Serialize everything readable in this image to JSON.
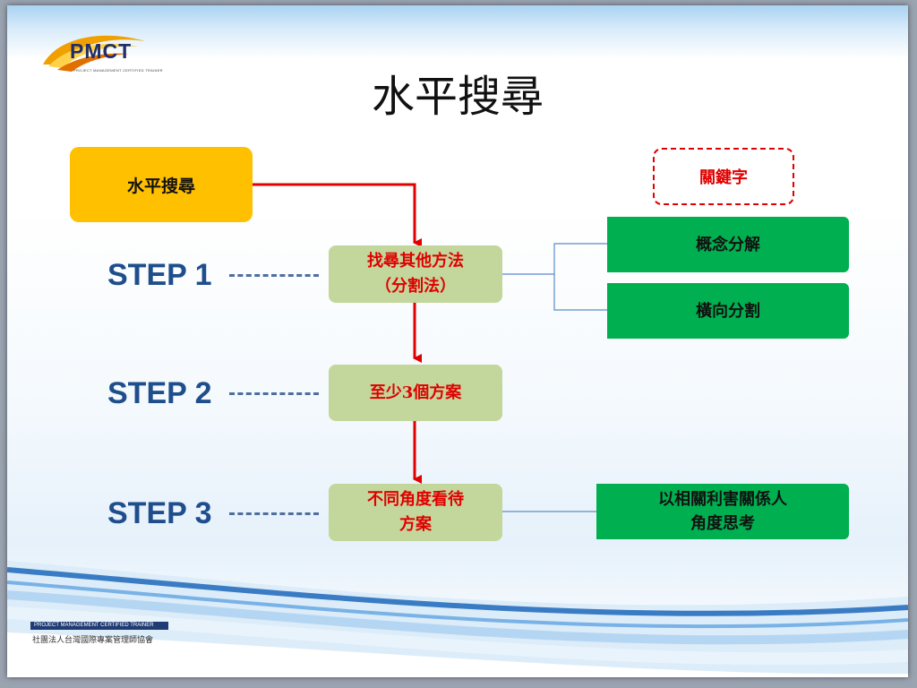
{
  "logo": {
    "text": "PMCT",
    "subtitle": "PROJECT MANAGEMENT CERTIFIED TRAINER"
  },
  "title": "水平搜尋",
  "start_box": "水平搜尋",
  "keyword_label": "關鍵字",
  "steps": [
    {
      "label": "STEP 1",
      "box_lines": [
        "找尋其他方法",
        "（分割法）"
      ]
    },
    {
      "label": "STEP 2",
      "box_lines": [
        "至少3個方案"
      ]
    },
    {
      "label": "STEP 3",
      "box_lines": [
        "不同角度看待",
        "方案"
      ]
    }
  ],
  "keywords": [
    {
      "lines": [
        "概念分解"
      ]
    },
    {
      "lines": [
        "橫向分割"
      ]
    },
    {
      "lines": [
        "以相關利害關係人",
        "角度思考"
      ]
    }
  ],
  "footer": {
    "bar_text": "PROJECT MANAGEMENT CERTIFIED TRAINER",
    "org_name": "社團法人台灣國際專案管理師協會"
  },
  "colors": {
    "arrow": "#e00000",
    "step_text": "#1f4e8c",
    "start_box": "#ffc000",
    "step_box": "#c3d69b",
    "keyword_box": "#00b050",
    "connector": "#5b8cc8"
  }
}
